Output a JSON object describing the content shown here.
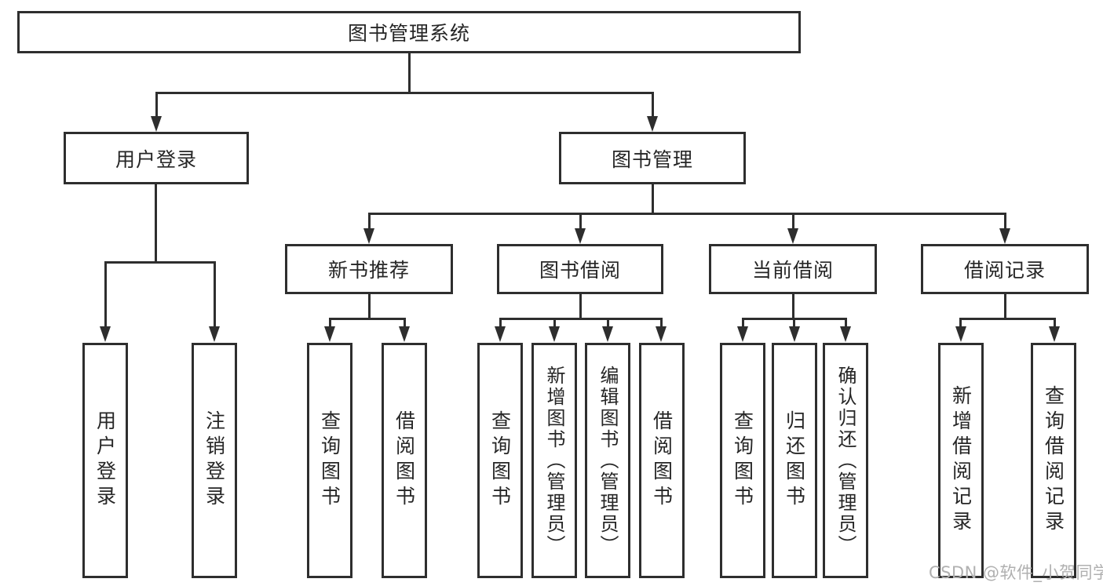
{
  "diagram": {
    "title": "图书管理系统",
    "type": "function-structure-tree",
    "colors": {
      "line": "#2e2e2e",
      "text": "#262626",
      "box_background": "#ffffff",
      "page_background": "#ffffff",
      "watermark": "#b0b0b0"
    }
  },
  "tree": {
    "root": {
      "label": "图书管理系统"
    },
    "branches": [
      {
        "label": "用户登录",
        "children": [
          {
            "label": "用户登录"
          },
          {
            "label": "注销登录"
          }
        ]
      },
      {
        "label": "图书管理",
        "children": [
          {
            "label": "新书推荐",
            "children": [
              {
                "label": "查询图书"
              },
              {
                "label": "借阅图书"
              }
            ]
          },
          {
            "label": "图书借阅",
            "children": [
              {
                "label": "查询图书"
              },
              {
                "label": "新增图书（管理员）"
              },
              {
                "label": "编辑图书（管理员）"
              },
              {
                "label": "借阅图书"
              }
            ]
          },
          {
            "label": "当前借阅",
            "children": [
              {
                "label": "查询图书"
              },
              {
                "label": "归还图书"
              },
              {
                "label": "确认归还（管理员）"
              }
            ]
          },
          {
            "label": "借阅记录",
            "children": [
              {
                "label": "新增借阅记录"
              },
              {
                "label": "查询借阅记录"
              }
            ]
          }
        ]
      }
    ]
  },
  "watermark": {
    "text": "CSDN @软件_小贺同学"
  }
}
